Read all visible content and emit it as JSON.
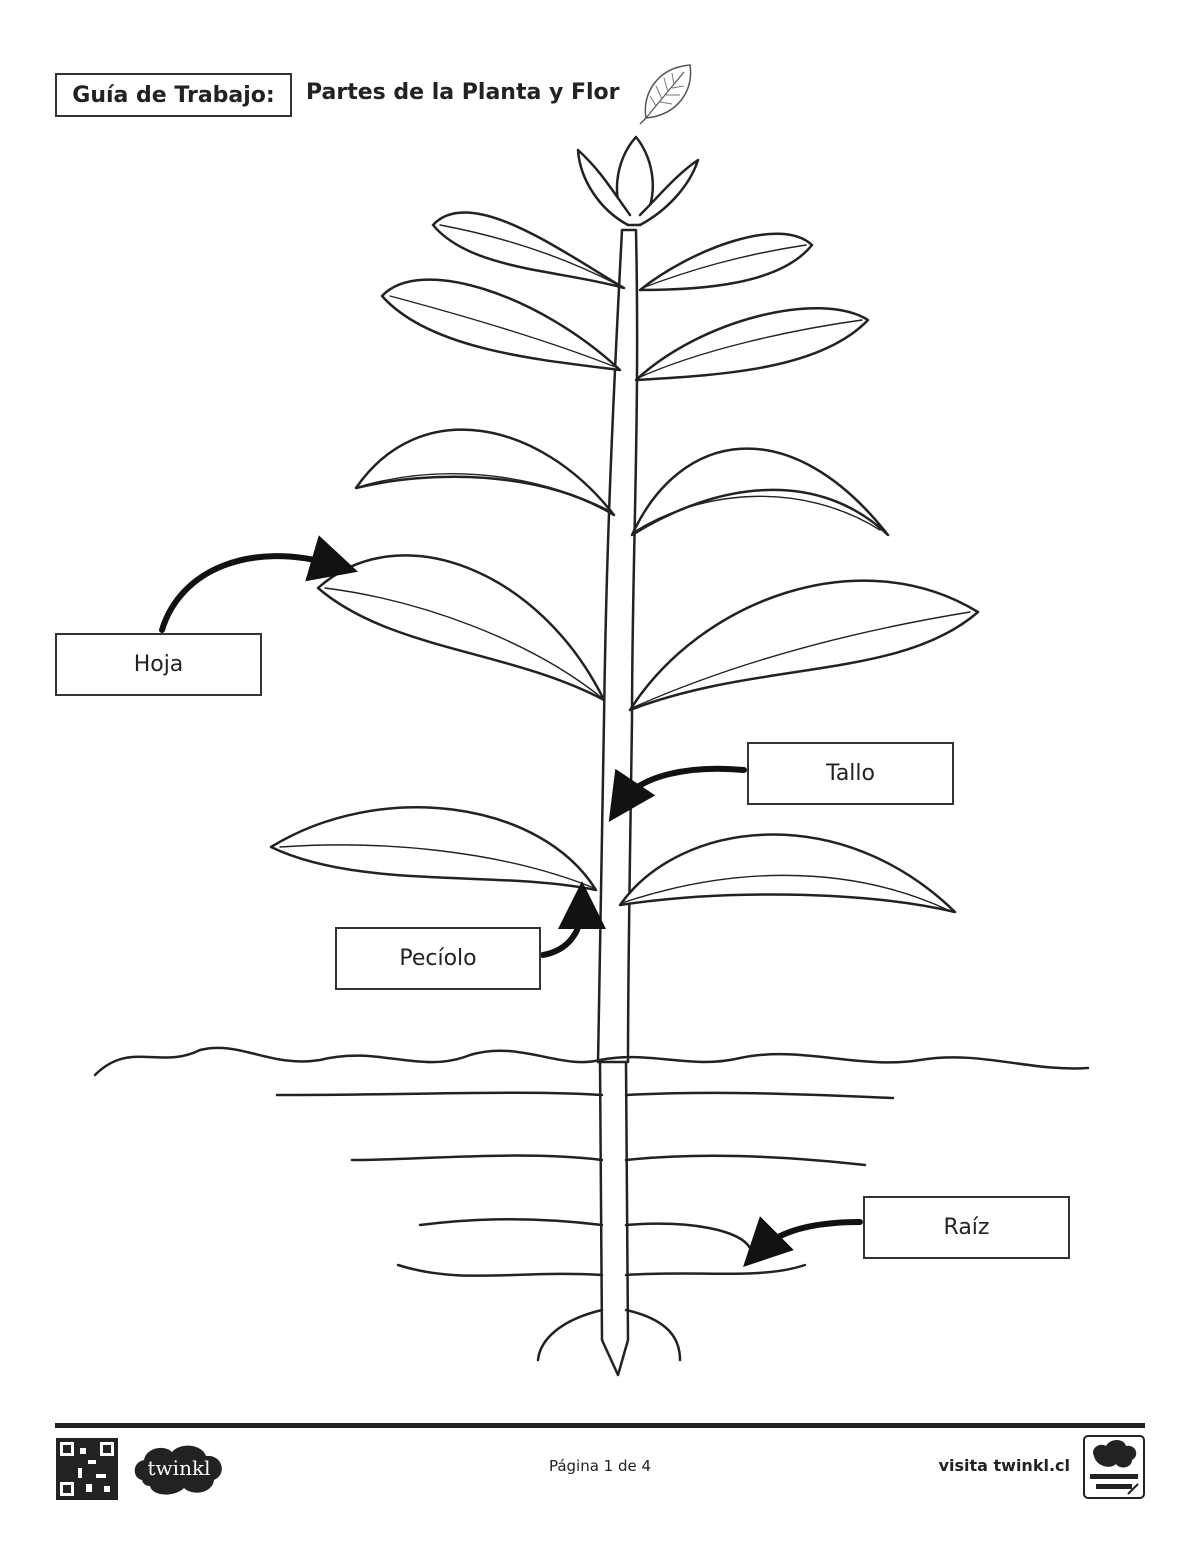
{
  "header": {
    "label": "Guía de Trabajo:",
    "title": "Partes de la Planta y Flor",
    "icon": "leaf-icon"
  },
  "labels": {
    "hoja": "Hoja",
    "tallo": "Tallo",
    "peciolo": "Pecíolo",
    "raiz": "Raíz"
  },
  "footer": {
    "brand": "twinkl",
    "page": "Página 1 de 4",
    "visit": "visita twinkl.cl",
    "icons": [
      "qr-code-icon",
      "quality-badge-icon"
    ]
  }
}
